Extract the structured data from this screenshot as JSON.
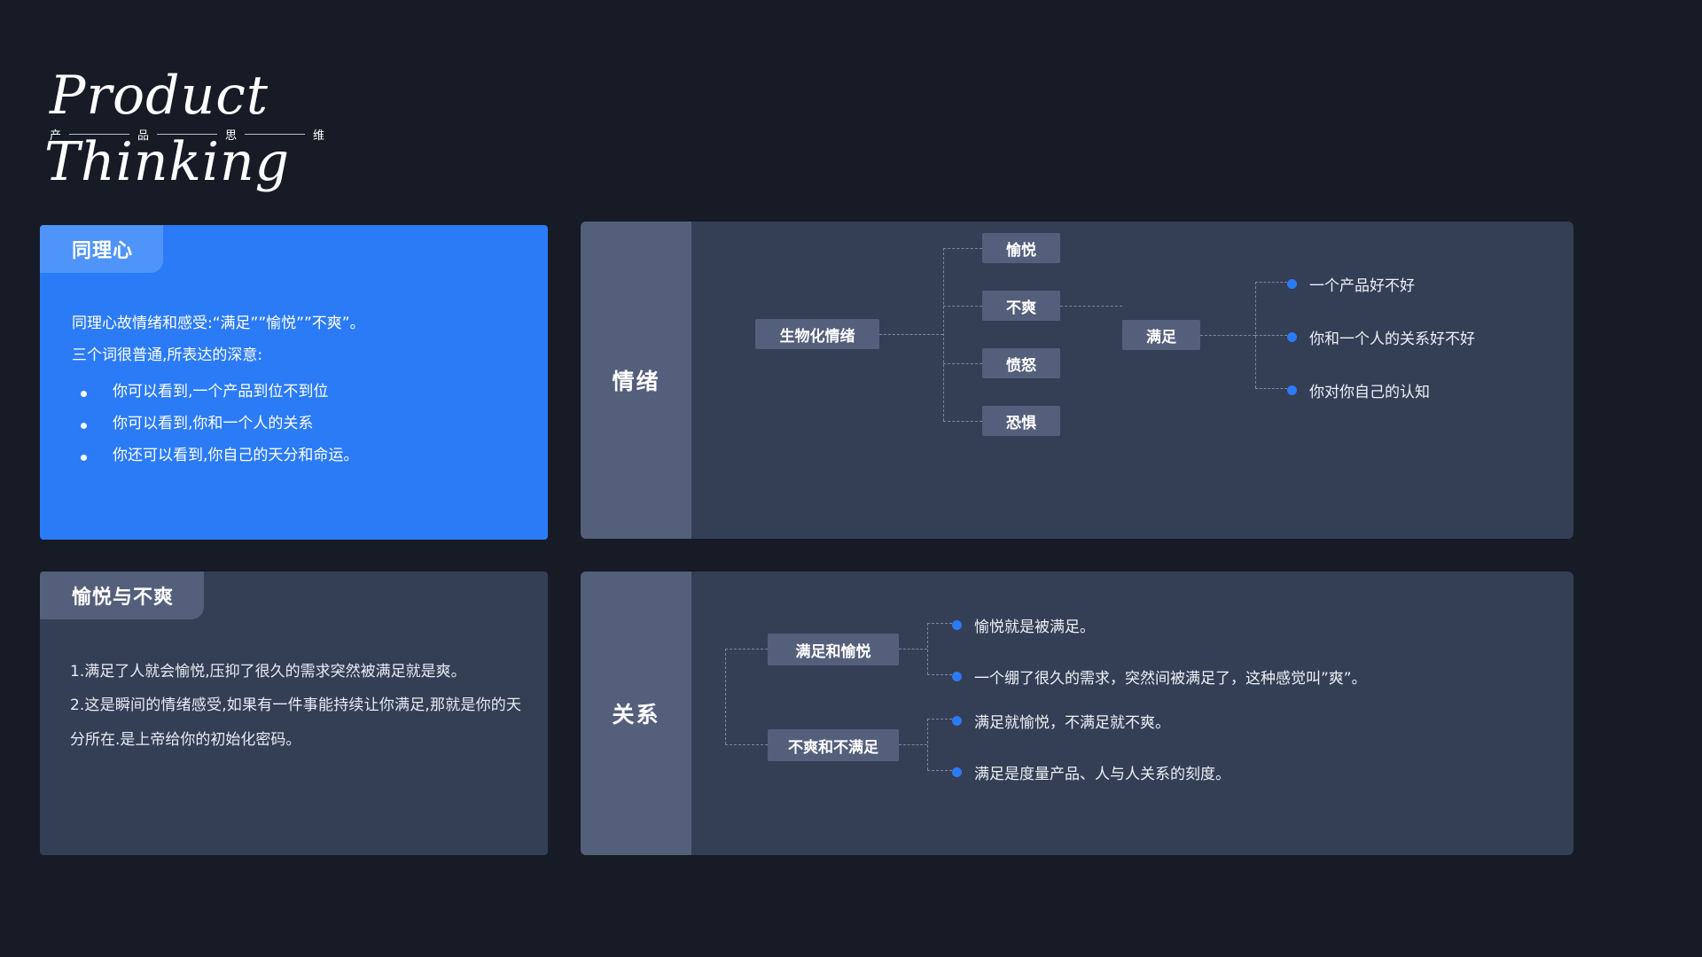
{
  "header": {
    "title_line1": "Product",
    "title_line2": "Thinking",
    "subtitle_chars": [
      "产",
      "品",
      "思",
      "维"
    ]
  },
  "empathy_card": {
    "tab_label": "同理心",
    "lead_line1": "同理心故情绪和感受:“满足””愉悦””不爽”。",
    "lead_line2": "三个词很普通,所表达的深意:",
    "bullets": [
      "你可以看到,一个产品到位不到位",
      "你可以看到,你和一个人的关系",
      "你还可以看到,你自己的天分和命运。"
    ]
  },
  "pleasure_card": {
    "tab_label": "愉悦与不爽",
    "paragraphs": [
      "1.满足了人就会愉悦,压抑了很久的需求突然被满足就是爽。",
      "2.这是瞬间的情绪感受,如果有一件事能持续让你满足,那就是你的天分所在.是上帝给你的初始化密码。"
    ]
  },
  "emotion_panel": {
    "label": "情绪",
    "root_node": "生物化情绪",
    "branch_nodes": [
      "愉悦",
      "不爽",
      "愤怒",
      "恐惧"
    ],
    "merge_node": "满足",
    "outcomes": [
      "一个产品好不好",
      "你和一个人的关系好不好",
      "你对你自己的认知"
    ]
  },
  "relation_panel": {
    "label": "关系",
    "groups": [
      {
        "node": "满足和愉悦",
        "items": [
          "愉悦就是被满足。",
          "一个绷了很久的需求，突然间被满足了，这种感觉叫”爽”。"
        ]
      },
      {
        "node": "不爽和不满足",
        "items": [
          "满足就愉悦，不满足就不爽。",
          "满足是度量产品、人与人关系的刻度。"
        ]
      }
    ]
  },
  "colors": {
    "background": "#161b26",
    "accent_blue": "#2b7bf6",
    "accent_blue_light": "#4f94f8",
    "panel": "#343e55",
    "panel_label": "#545f7b",
    "dashed_line": "#7b87a3"
  }
}
